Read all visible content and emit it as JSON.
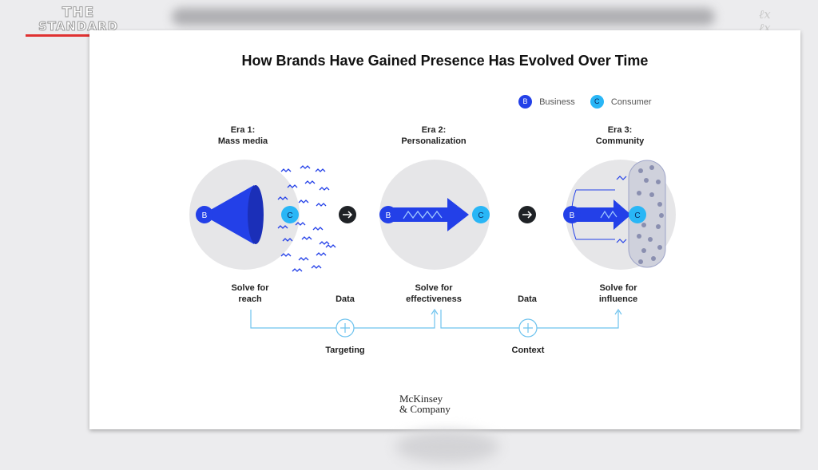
{
  "header": {
    "logo_line1": "THE",
    "logo_line2": "STANDARD"
  },
  "slide": {
    "title": "How Brands Have Gained Presence Has Evolved Over Time",
    "legend": {
      "b_letter": "B",
      "business": "Business",
      "c_letter": "C",
      "consumer": "Consumer"
    },
    "eras": [
      {
        "line1": "Era 1:",
        "line2": "Mass media",
        "solve1": "Solve for",
        "solve2": "reach"
      },
      {
        "line1": "Era 2:",
        "line2": "Personalization",
        "solve1": "Solve for",
        "solve2": "effectiveness"
      },
      {
        "line1": "Era 3:",
        "line2": "Community",
        "solve1": "Solve for",
        "solve2": "influence"
      }
    ],
    "connectors": [
      {
        "top": "Data",
        "bottom": "Targeting"
      },
      {
        "top": "Data",
        "bottom": "Context"
      }
    ],
    "node_b": "B",
    "node_c": "C",
    "footer": {
      "line1": "McKinsey",
      "line2": "& Company"
    }
  },
  "colors": {
    "business": "#2340e8",
    "consumer": "#29b6f6",
    "circle": "#e6e6e8",
    "line": "#6ec3ee",
    "dark": "#1f2226"
  }
}
